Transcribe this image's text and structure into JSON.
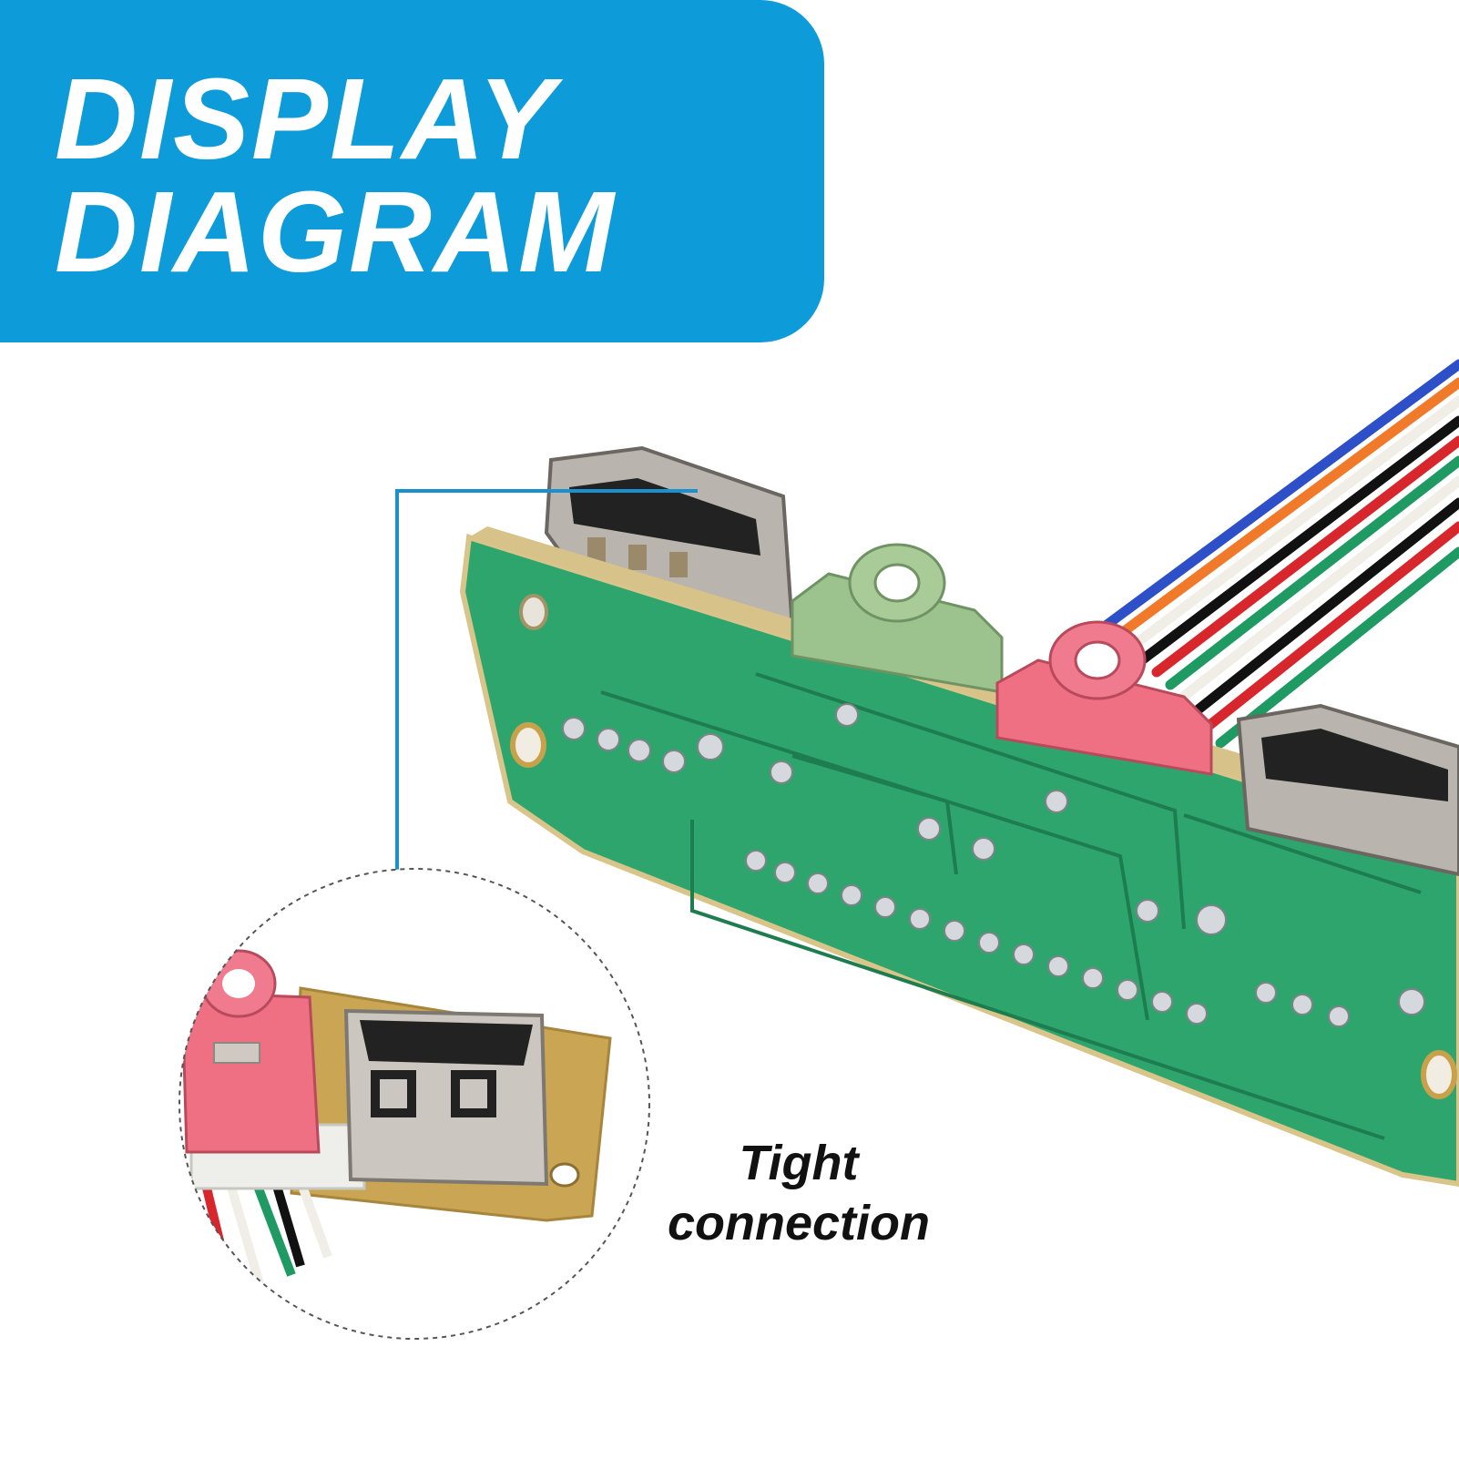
{
  "banner": {
    "line1": "DISPLAY",
    "line2": "DIAGRAM"
  },
  "callout": {
    "line1": "Tight",
    "line2": "connection"
  },
  "colors": {
    "banner": "#0e9bd9",
    "pcb_green": "#2fa56e",
    "callout_line": "#1b8fd0"
  },
  "icons": [
    "pcb-board-illustration",
    "usb-port",
    "audio-jack-green",
    "audio-jack-pink",
    "ribbon-cable",
    "zoom-circle"
  ]
}
